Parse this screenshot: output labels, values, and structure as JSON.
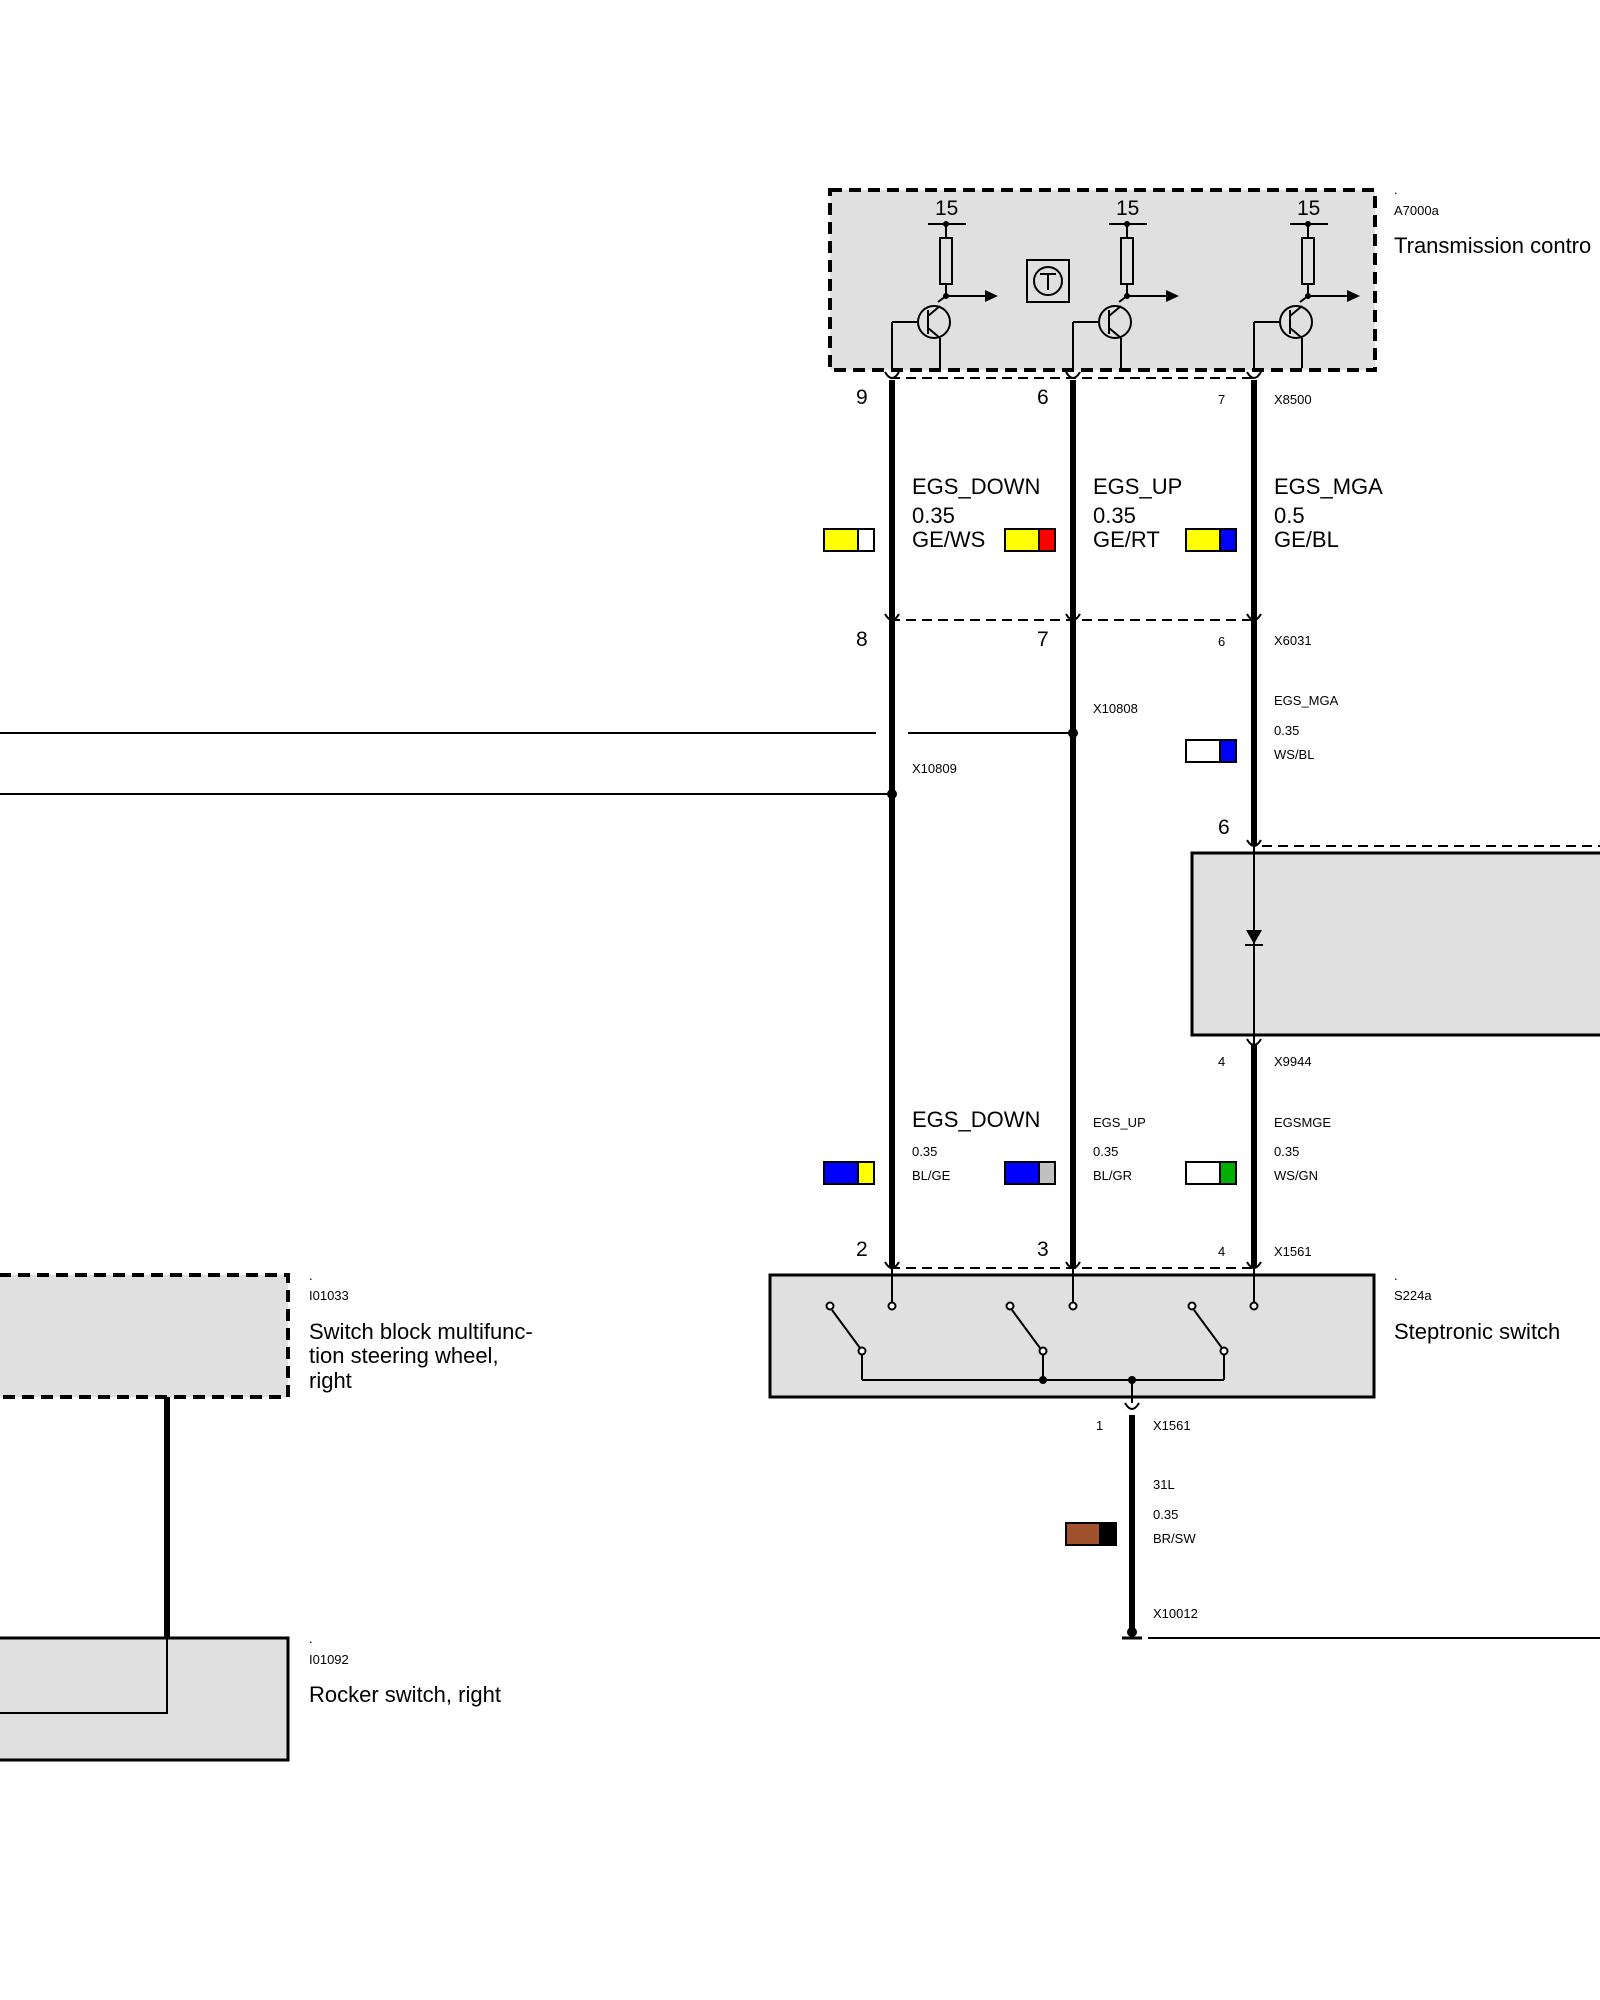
{
  "components": {
    "transmission_control": {
      "code": "A7000a",
      "dot": ".",
      "name": "Transmission contro"
    },
    "steptronic_switch": {
      "code": "S224a",
      "dot": ".",
      "name": "Steptronic switch"
    },
    "switch_block": {
      "code": "I01033",
      "dot": ".",
      "name_lines": [
        "Switch block multifunc-",
        "tion steering wheel,",
        "right"
      ]
    },
    "rocker_switch": {
      "code": "I01092",
      "dot": ".",
      "name": "Rocker switch, right"
    }
  },
  "supply_labels": [
    "15",
    "15",
    "15"
  ],
  "connectors": {
    "X8500": {
      "name": "X8500",
      "pins": [
        "9",
        "6",
        "7"
      ]
    },
    "X6031": {
      "name": "X6031",
      "pins": [
        "8",
        "7",
        "6"
      ]
    },
    "X10808": "X10808",
    "X10809": "X10809",
    "X9944": {
      "name": "X9944",
      "pin_top": "6",
      "pin_bottom": "4"
    },
    "X1561_top": {
      "name": "X1561",
      "pins": [
        "2",
        "3",
        "4"
      ]
    },
    "X1561_bottom": {
      "name": "X1561",
      "pin": "1"
    },
    "X10012": "X10012"
  },
  "wires_upper": [
    {
      "signal": "EGS_DOWN",
      "gauge": "0.35",
      "color_code": "GE/WS",
      "colors": [
        "#ffff00",
        "#ffffff"
      ]
    },
    {
      "signal": "EGS_UP",
      "gauge": "0.35",
      "color_code": "GE/RT",
      "colors": [
        "#ffff00",
        "#ff0000"
      ]
    },
    {
      "signal": "EGS_MGA",
      "gauge": "0.5",
      "color_code": "GE/BL",
      "colors": [
        "#ffff00",
        "#0000ff"
      ]
    }
  ],
  "wire_mga_mid": {
    "signal": "EGS_MGA",
    "gauge": "0.35",
    "color_code": "WS/BL",
    "colors": [
      "#ffffff",
      "#0000ff"
    ]
  },
  "wires_lower": [
    {
      "signal": "EGS_DOWN",
      "gauge": "0.35",
      "color_code": "BL/GE",
      "colors": [
        "#0000ff",
        "#ffff00"
      ]
    },
    {
      "signal": "EGS_UP",
      "gauge": "0.35",
      "color_code": "BL/GR",
      "colors": [
        "#0000ff",
        "#c0c0c0"
      ]
    },
    {
      "signal": "EGSMGE",
      "gauge": "0.35",
      "color_code": "WS/GN",
      "colors": [
        "#ffffff",
        "#00b000"
      ]
    }
  ],
  "ground_wire": {
    "signal": "31L",
    "gauge": "0.35",
    "color_code": "BR/SW",
    "colors": [
      "#a0522d",
      "#000000"
    ]
  },
  "style": {
    "component_fill": "#e0e0e0",
    "line_color": "#000000"
  }
}
